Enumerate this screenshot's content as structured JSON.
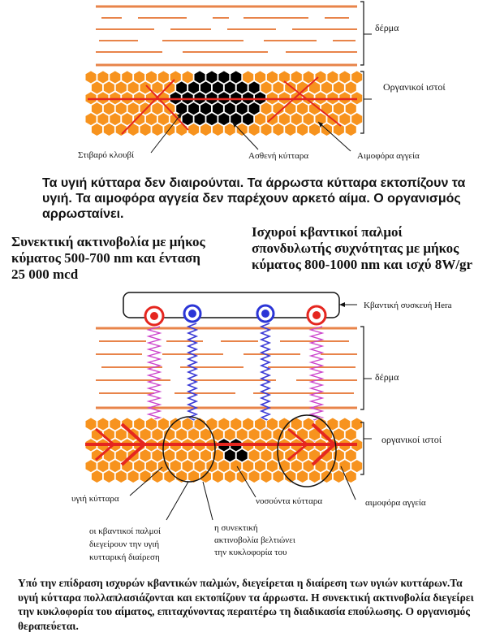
{
  "top_diagram": {
    "labels": {
      "skin": "δέρμα",
      "organic_tissue": "Οργανικοί ιστοί",
      "rigid_cage": "Στιβαρό κλουβί",
      "weak_cells": "Ασθενή κύτταρα",
      "blood_vessels": "Αιμοφόρα αγγεία"
    },
    "caption": "Τα υγιή κύτταρα δεν διαιρούνται. Τα άρρωστα κύτταρα εκτοπίζουν τα υγιή. Τα αιμοφόρα αγγεία δεν παρέχουν αρκετό αίμα. Ο οργανισμός αρρωσταίνει."
  },
  "bottom_diagram": {
    "laser_text": "Συνεκτική ακτινοβολία με μήκος κύματος 500-700 nm και ένταση 25 000 mcd",
    "pulse_text": "Ισχυροί κβαντικοί παλμοί σπονδυλωτής συχνότητας με μήκος κύματος 800-1000 nm και ισχύ 8W/gr",
    "labels": {
      "device": "Κβαντική συσκευή Hera",
      "skin": "δέρμα",
      "organic_tissue": "οργανικοί ιστοί",
      "healthy_cells": "υγιή κύτταρα",
      "sick_cells": "νοσούντα κύτταρα",
      "blood_vessels": "αιμοφόρα αγγεία",
      "pulses_line1": "οι κβαντικοί παλμοί",
      "pulses_line2": "διεγείρουν την υγιή",
      "pulses_line3": "κυτταρική διαίρεση",
      "laser_line1": "η συνεκτική",
      "laser_line2": "ακτινοβολία βελτιώνει",
      "laser_line3": "την κυκλοφορία του"
    },
    "caption": "Υπό την επίδραση ισχυρών κβαντικών παλμών, διεγείρεται η διαίρεση των υγιών κυττάρων.Τα υγιή κύτταρα πολλαπλασιάζονται και εκτοπίζουν τα άρρωστα. Η συνεκτική ακτινοβολία διεγείρει την κυκλοφορία του αίματος, επιταχύνοντας περαιτέρω τη διαδικασία επούλωσης. Ο οργανισμός θεραπεύεται."
  },
  "colors": {
    "healthy_cell": "#f7931e",
    "sick_cell": "#000000",
    "skin_line": "#e8844a",
    "vessel": "#e5261f",
    "red_emitter": "#e5261f",
    "blue_emitter": "#2b35d6",
    "pulse_coil": "#cc44cc",
    "laser_coil": "#3b3bd6"
  }
}
